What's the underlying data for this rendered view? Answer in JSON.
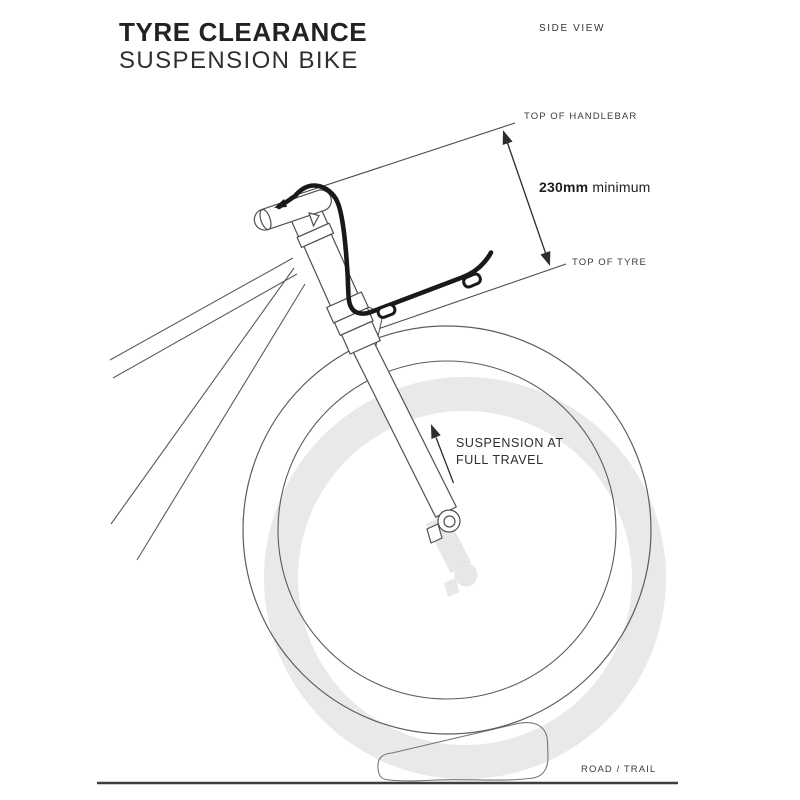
{
  "header": {
    "title_line1": "TYRE CLEARANCE",
    "title_line2": "SUSPENSION BIKE",
    "view_label": "SIDE VIEW"
  },
  "dimension": {
    "from_label": "TOP OF HANDLEBAR",
    "to_label": "TOP OF TYRE",
    "value": "230mm",
    "qualifier": "minimum"
  },
  "suspension_note": {
    "line1": "SUSPENSION AT",
    "line2": "FULL TRAVEL"
  },
  "ground": {
    "label": "ROAD / TRAIL"
  },
  "colors": {
    "outline": "#5b5b5b",
    "rack_black": "#191919",
    "ghost_gray": "#e9e9e9",
    "text_dark": "#242424",
    "ground_line": "#3e3e3e"
  }
}
